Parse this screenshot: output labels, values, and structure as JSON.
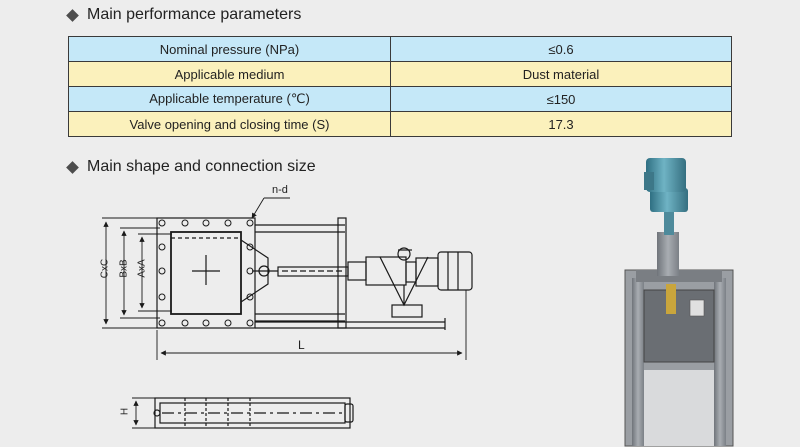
{
  "sections": {
    "performance_title": "Main performance parameters",
    "shape_title": "Main shape and connection size"
  },
  "colors": {
    "row_blue": "#c5e8f8",
    "row_yellow": "#fbf1bc",
    "line": "#1a1a1a",
    "metal": "#8c9096",
    "motor": "#4d93a6"
  },
  "table": {
    "rows": [
      {
        "label": "Nominal pressure (NPa)",
        "value": "≤0.6"
      },
      {
        "label": "Applicable medium",
        "value": "Dust material"
      },
      {
        "label": "Applicable temperature (℃)",
        "value": "≤150"
      },
      {
        "label": "Valve opening and closing time (S)",
        "value": "17.3"
      }
    ]
  },
  "drawing_labels": {
    "nd": "n-d",
    "cxc": "CxC",
    "bxb": "BxB",
    "axa": "AxA",
    "length": "L",
    "height": "H"
  }
}
